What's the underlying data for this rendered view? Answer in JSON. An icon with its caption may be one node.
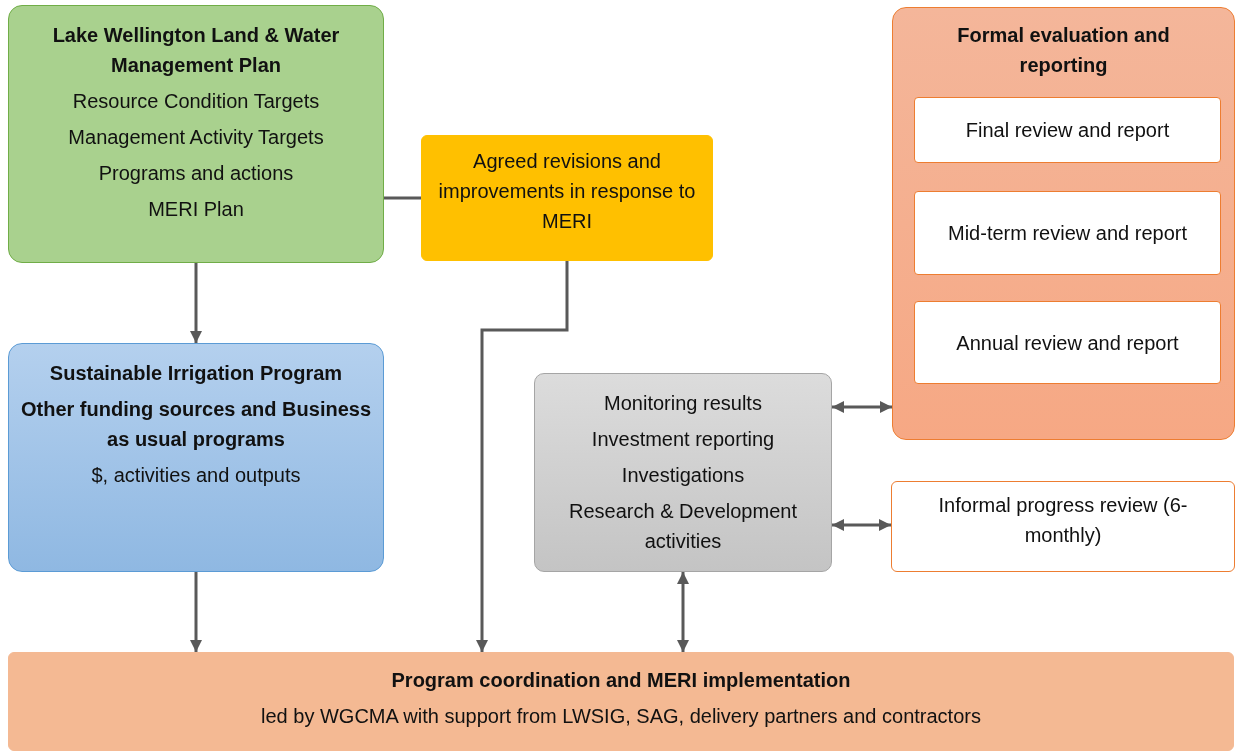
{
  "diagram": {
    "nodes": [
      {
        "text": [
          "Lake Wellington Land & Water Management Plan",
          "Resource Condition Targets",
          "Management Activity Targets",
          "Programs and actions",
          "MERI Plan"
        ]
      },
      {
        "text": [
          "Agreed revisions and improvements in response to MERI"
        ]
      },
      {
        "text": [
          "Formal evaluation and reporting"
        ]
      },
      {
        "text": [
          "Final review and report"
        ],
        "in": 2
      },
      {
        "text": [
          "Mid-term review and report"
        ],
        "in": 2
      },
      {
        "text": [
          "Annual review and report"
        ],
        "in": 2
      },
      {
        "text": [
          "Sustainable Irrigation Program",
          "Other funding sources and Business as usual programs",
          "$, activities and outputs"
        ]
      },
      {
        "text": [
          "Monitoring results",
          "Investment reporting",
          "Investigations",
          "Research & Development activities"
        ]
      },
      {
        "text": [
          "Informal progress review (6-monthly)"
        ]
      },
      {
        "text": [
          "Program coordination and MERI implementation",
          "led by WGCMA with support from LWSIG, SAG, delivery partners and contractors"
        ]
      }
    ],
    "edges": [
      {
        "from": 0,
        "to": 6,
        "arrow": "to"
      },
      {
        "from": 0,
        "to": 1,
        "arrow": "none"
      },
      {
        "from": 1,
        "to": 9,
        "arrow": "to"
      },
      {
        "from": 6,
        "to": 9,
        "arrow": "to"
      },
      {
        "from": 7,
        "to": 9,
        "arrow": "both"
      },
      {
        "from": 7,
        "to": 2,
        "arrow": "both"
      },
      {
        "from": 7,
        "to": 8,
        "arrow": "both"
      }
    ]
  }
}
